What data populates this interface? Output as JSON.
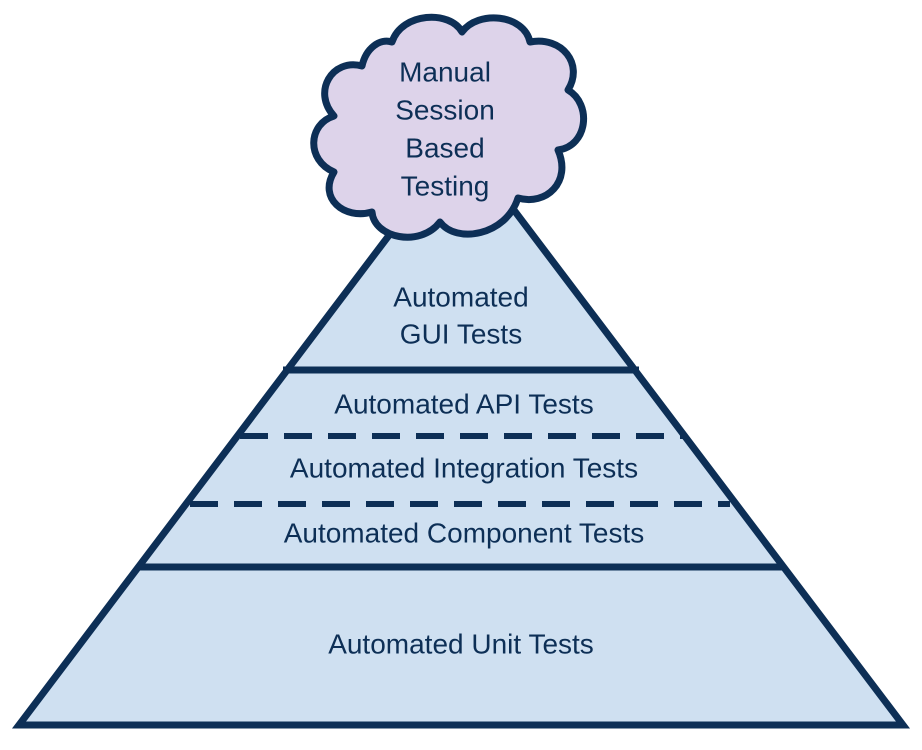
{
  "colors": {
    "outline": "#0d2f56",
    "layer_fill": "#cfe0f1",
    "cloud_fill": "#ddd3ea",
    "text": "#0d2f56",
    "background": "#ffffff"
  },
  "cloud": {
    "label_lines": [
      "Manual",
      "Session",
      "Based",
      "Testing"
    ]
  },
  "layers": [
    {
      "key": "gui",
      "lines": [
        "Automated",
        "GUI Tests"
      ]
    },
    {
      "key": "api",
      "lines": [
        "Automated API Tests"
      ]
    },
    {
      "key": "integration",
      "lines": [
        "Automated Integration Tests"
      ]
    },
    {
      "key": "component",
      "lines": [
        "Automated Component Tests"
      ]
    },
    {
      "key": "unit",
      "lines": [
        "Automated Unit Tests"
      ]
    }
  ]
}
